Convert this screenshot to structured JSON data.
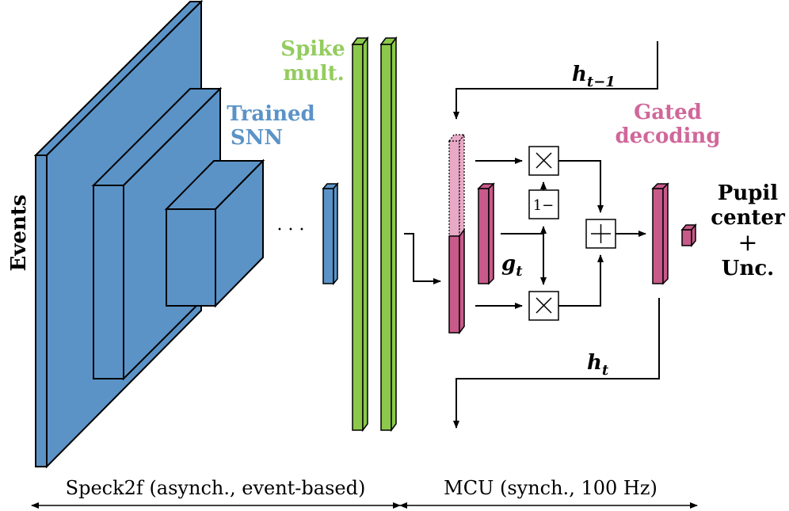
{
  "labels": {
    "events": "Events",
    "trained_snn_line1": "Trained",
    "trained_snn_line2": "SNN",
    "ellipsis": "· · ·",
    "spike_mult_line1": "Spike",
    "spike_mult_line2": "mult.",
    "gated_decoding_line1": "Gated",
    "gated_decoding_line2": "decoding",
    "h_prev_base": "h",
    "h_prev_sub": "t−1",
    "h_t_base": "h",
    "h_t_sub": "t",
    "g_t_base": "g",
    "g_t_sub": "t",
    "one_minus": "1−",
    "times_symbol": "×",
    "plus_symbol": "+",
    "output_line1": "Pupil",
    "output_line2": "center",
    "output_line3": "+",
    "output_line4": "Unc.",
    "speck_label": "Speck2f (asynch., event-based)",
    "mcu_label": "MCU (synch., 100 Hz)"
  },
  "colors": {
    "snn_blue": "#5b93c7",
    "snn_blue_dark": "#4a7fb3",
    "spike_green": "#8cc84b",
    "spike_green_text": "#93cc5f",
    "decode_pink": "#c85a8a",
    "decode_pink_light": "#e8a9c6",
    "decode_pink_text": "#d0679a",
    "snn_text_blue": "#5b93c7",
    "stroke": "#000000"
  }
}
